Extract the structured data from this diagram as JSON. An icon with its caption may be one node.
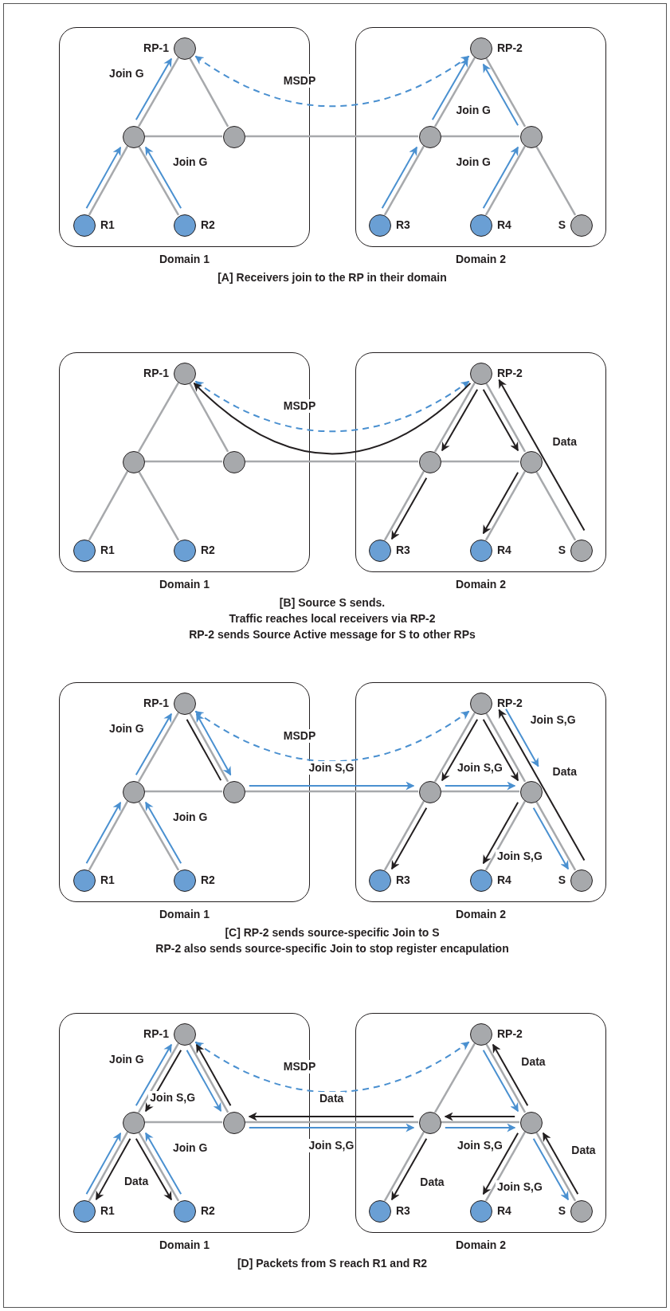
{
  "diagram": {
    "nodes": [
      {
        "text": [
          "Domain 1"
        ]
      },
      {
        "text": [],
        "shape": "circle",
        "beside": [
          "RP-1"
        ],
        "in": 0
      },
      {
        "text": [],
        "shape": "circle",
        "in": 0
      },
      {
        "text": [],
        "shape": "circle",
        "in": 0
      },
      {
        "text": [],
        "shape": "circle",
        "beside": [
          "R1"
        ],
        "in": 0
      },
      {
        "text": [],
        "shape": "circle",
        "beside": [
          "R2"
        ],
        "in": 0
      },
      {
        "text": [
          "Domain 2"
        ]
      },
      {
        "text": [],
        "shape": "circle",
        "beside": [
          "RP-2"
        ],
        "in": 6
      },
      {
        "text": [],
        "shape": "circle",
        "in": 6
      },
      {
        "text": [],
        "shape": "circle",
        "in": 6
      },
      {
        "text": [],
        "shape": "circle",
        "beside": [
          "R3"
        ],
        "in": 6
      },
      {
        "text": [],
        "shape": "circle",
        "beside": [
          "R4"
        ],
        "in": 6
      },
      {
        "text": [],
        "shape": "circle",
        "beside": [
          "S"
        ],
        "in": 6
      },
      {
        "text": [
          "Domain 1"
        ]
      },
      {
        "text": [],
        "shape": "circle",
        "beside": [
          "RP-1"
        ],
        "in": 13
      },
      {
        "text": [],
        "shape": "circle",
        "in": 13
      },
      {
        "text": [],
        "shape": "circle",
        "in": 13
      },
      {
        "text": [],
        "shape": "circle",
        "beside": [
          "R1"
        ],
        "in": 13
      },
      {
        "text": [],
        "shape": "circle",
        "beside": [
          "R2"
        ],
        "in": 13
      },
      {
        "text": [
          "Domain 2"
        ]
      },
      {
        "text": [],
        "shape": "circle",
        "beside": [
          "RP-2"
        ],
        "in": 19
      },
      {
        "text": [],
        "shape": "circle",
        "in": 19
      },
      {
        "text": [],
        "shape": "circle",
        "in": 19
      },
      {
        "text": [],
        "shape": "circle",
        "beside": [
          "R3"
        ],
        "in": 19
      },
      {
        "text": [],
        "shape": "circle",
        "beside": [
          "R4"
        ],
        "in": 19
      },
      {
        "text": [],
        "shape": "circle",
        "beside": [
          "S"
        ],
        "in": 19
      },
      {
        "text": [
          "Domain 1"
        ]
      },
      {
        "text": [],
        "shape": "circle",
        "beside": [
          "RP-1"
        ],
        "in": 26
      },
      {
        "text": [],
        "shape": "circle",
        "in": 26
      },
      {
        "text": [],
        "shape": "circle",
        "in": 26
      },
      {
        "text": [],
        "shape": "circle",
        "beside": [
          "R1"
        ],
        "in": 26
      },
      {
        "text": [],
        "shape": "circle",
        "beside": [
          "R2"
        ],
        "in": 26
      },
      {
        "text": [
          "Domain 2"
        ]
      },
      {
        "text": [],
        "shape": "circle",
        "beside": [
          "RP-2"
        ],
        "in": 32
      },
      {
        "text": [],
        "shape": "circle",
        "in": 32
      },
      {
        "text": [],
        "shape": "circle",
        "in": 32
      },
      {
        "text": [],
        "shape": "circle",
        "beside": [
          "R3"
        ],
        "in": 32
      },
      {
        "text": [],
        "shape": "circle",
        "beside": [
          "R4"
        ],
        "in": 32
      },
      {
        "text": [],
        "shape": "circle",
        "beside": [
          "S"
        ],
        "in": 32
      },
      {
        "text": [
          "Domain 1"
        ]
      },
      {
        "text": [],
        "shape": "circle",
        "beside": [
          "RP-1"
        ],
        "in": 39
      },
      {
        "text": [],
        "shape": "circle",
        "in": 39
      },
      {
        "text": [],
        "shape": "circle",
        "in": 39
      },
      {
        "text": [],
        "shape": "circle",
        "beside": [
          "R1"
        ],
        "in": 39
      },
      {
        "text": [],
        "shape": "circle",
        "beside": [
          "R2"
        ],
        "in": 39
      },
      {
        "text": [
          "Domain 2"
        ]
      },
      {
        "text": [],
        "shape": "circle",
        "beside": [
          "RP-2"
        ],
        "in": 45
      },
      {
        "text": [],
        "shape": "circle",
        "in": 45
      },
      {
        "text": [],
        "shape": "circle",
        "in": 45
      },
      {
        "text": [],
        "shape": "circle",
        "beside": [
          "R3"
        ],
        "in": 45
      },
      {
        "text": [],
        "shape": "circle",
        "beside": [
          "R4"
        ],
        "in": 45
      },
      {
        "text": [],
        "shape": "circle",
        "beside": [
          "S"
        ],
        "in": 45
      }
    ],
    "edges": [
      {
        "from": 1,
        "to": 2,
        "arrow": "none"
      },
      {
        "from": 1,
        "to": 3,
        "arrow": "none"
      },
      {
        "from": 2,
        "to": 3,
        "arrow": "none"
      },
      {
        "from": 2,
        "to": 4,
        "arrow": "none"
      },
      {
        "from": 2,
        "to": 5,
        "arrow": "none"
      },
      {
        "from": 3,
        "to": 8,
        "arrow": "none"
      },
      {
        "from": 7,
        "to": 8,
        "arrow": "none"
      },
      {
        "from": 7,
        "to": 9,
        "arrow": "none"
      },
      {
        "from": 8,
        "to": 9,
        "arrow": "none"
      },
      {
        "from": 8,
        "to": 10,
        "arrow": "none"
      },
      {
        "from": 9,
        "to": 11,
        "arrow": "none"
      },
      {
        "from": 9,
        "to": 12,
        "arrow": "none"
      },
      {
        "from": 1,
        "to": 7,
        "arrow": "both",
        "style": "dashed",
        "color": "#4a90d0",
        "label": "MSDP"
      },
      {
        "from": 4,
        "to": 2,
        "arrow": "to",
        "color": "#4a90d0"
      },
      {
        "from": 2,
        "to": 1,
        "arrow": "to",
        "color": "#4a90d0",
        "label": "Join G"
      },
      {
        "from": 5,
        "to": 2,
        "arrow": "to",
        "color": "#4a90d0",
        "label": "Join G"
      },
      {
        "from": 10,
        "to": 8,
        "arrow": "to",
        "color": "#4a90d0"
      },
      {
        "from": 8,
        "to": 7,
        "arrow": "to",
        "color": "#4a90d0"
      },
      {
        "from": 9,
        "to": 7,
        "arrow": "to",
        "color": "#4a90d0",
        "label": "Join G"
      },
      {
        "from": 11,
        "to": 9,
        "arrow": "to",
        "color": "#4a90d0",
        "label": "Join G"
      },
      {
        "from": 14,
        "to": 15,
        "arrow": "none"
      },
      {
        "from": 14,
        "to": 16,
        "arrow": "none"
      },
      {
        "from": 15,
        "to": 16,
        "arrow": "none"
      },
      {
        "from": 15,
        "to": 17,
        "arrow": "none"
      },
      {
        "from": 15,
        "to": 18,
        "arrow": "none"
      },
      {
        "from": 16,
        "to": 21,
        "arrow": "none"
      },
      {
        "from": 20,
        "to": 21,
        "arrow": "none"
      },
      {
        "from": 20,
        "to": 22,
        "arrow": "none"
      },
      {
        "from": 21,
        "to": 22,
        "arrow": "none"
      },
      {
        "from": 21,
        "to": 23,
        "arrow": "none"
      },
      {
        "from": 22,
        "to": 24,
        "arrow": "none"
      },
      {
        "from": 22,
        "to": 25,
        "arrow": "none"
      },
      {
        "from": 14,
        "to": 20,
        "arrow": "both",
        "style": "dashed",
        "color": "#4a90d0",
        "label": "MSDP"
      },
      {
        "from": 20,
        "to": 14,
        "arrow": "to",
        "color": "#231f20"
      },
      {
        "from": 20,
        "to": 21,
        "arrow": "to",
        "color": "#231f20"
      },
      {
        "from": 20,
        "to": 22,
        "arrow": "to",
        "color": "#231f20"
      },
      {
        "from": 21,
        "to": 23,
        "arrow": "to",
        "color": "#231f20"
      },
      {
        "from": 22,
        "to": 24,
        "arrow": "to",
        "color": "#231f20"
      },
      {
        "from": 25,
        "to": 20,
        "arrow": "to",
        "color": "#231f20",
        "label": "Data"
      },
      {
        "from": 27,
        "to": 28,
        "arrow": "none"
      },
      {
        "from": 27,
        "to": 29,
        "arrow": "none"
      },
      {
        "from": 28,
        "to": 29,
        "arrow": "none"
      },
      {
        "from": 28,
        "to": 30,
        "arrow": "none"
      },
      {
        "from": 28,
        "to": 31,
        "arrow": "none"
      },
      {
        "from": 29,
        "to": 34,
        "arrow": "none"
      },
      {
        "from": 33,
        "to": 34,
        "arrow": "none"
      },
      {
        "from": 33,
        "to": 35,
        "arrow": "none"
      },
      {
        "from": 34,
        "to": 35,
        "arrow": "none"
      },
      {
        "from": 34,
        "to": 36,
        "arrow": "none"
      },
      {
        "from": 35,
        "to": 37,
        "arrow": "none"
      },
      {
        "from": 35,
        "to": 38,
        "arrow": "none"
      },
      {
        "from": 27,
        "to": 33,
        "arrow": "both",
        "style": "dashed",
        "color": "#4a90d0",
        "label": "MSDP"
      },
      {
        "from": 30,
        "to": 28,
        "arrow": "to",
        "color": "#4a90d0"
      },
      {
        "from": 28,
        "to": 27,
        "arrow": "to",
        "color": "#4a90d0",
        "label": "Join G"
      },
      {
        "from": 31,
        "to": 28,
        "arrow": "to",
        "color": "#4a90d0",
        "label": "Join G"
      },
      {
        "from": 27,
        "to": 29,
        "arrow": "none",
        "color": "#231f20"
      },
      {
        "from": 27,
        "to": 29,
        "arrow": "both",
        "color": "#4a90d0"
      },
      {
        "from": 29,
        "to": 34,
        "arrow": "to",
        "color": "#4a90d0",
        "label": "Join S,G"
      },
      {
        "from": 33,
        "to": 34,
        "arrow": "to",
        "color": "#231f20"
      },
      {
        "from": 33,
        "to": 35,
        "arrow": "to",
        "color": "#231f20"
      },
      {
        "from": 38,
        "to": 33,
        "arrow": "to",
        "color": "#231f20",
        "label": "Data"
      },
      {
        "from": 33,
        "to": 35,
        "arrow": "to",
        "color": "#4a90d0",
        "label": "Join S,G"
      },
      {
        "from": 34,
        "to": 35,
        "arrow": "to",
        "color": "#4a90d0",
        "label": "Join S,G"
      },
      {
        "from": 35,
        "to": 38,
        "arrow": "to",
        "color": "#4a90d0",
        "label": "Join S,G"
      },
      {
        "from": 34,
        "to": 36,
        "arrow": "to",
        "color": "#231f20"
      },
      {
        "from": 35,
        "to": 37,
        "arrow": "to",
        "color": "#231f20"
      },
      {
        "from": 40,
        "to": 41,
        "arrow": "none"
      },
      {
        "from": 40,
        "to": 42,
        "arrow": "none"
      },
      {
        "from": 41,
        "to": 42,
        "arrow": "none"
      },
      {
        "from": 41,
        "to": 43,
        "arrow": "none"
      },
      {
        "from": 41,
        "to": 44,
        "arrow": "none"
      },
      {
        "from": 42,
        "to": 47,
        "arrow": "none"
      },
      {
        "from": 46,
        "to": 47,
        "arrow": "none"
      },
      {
        "from": 46,
        "to": 48,
        "arrow": "none"
      },
      {
        "from": 47,
        "to": 48,
        "arrow": "none"
      },
      {
        "from": 47,
        "to": 49,
        "arrow": "none"
      },
      {
        "from": 48,
        "to": 50,
        "arrow": "none"
      },
      {
        "from": 48,
        "to": 51,
        "arrow": "none"
      },
      {
        "from": 40,
        "to": 46,
        "arrow": "both",
        "style": "dashed",
        "color": "#4a90d0",
        "label": "MSDP"
      },
      {
        "from": 43,
        "to": 41,
        "arrow": "to",
        "color": "#4a90d0"
      },
      {
        "from": 41,
        "to": 40,
        "arrow": "to",
        "color": "#4a90d0",
        "label": "Join G"
      },
      {
        "from": 44,
        "to": 41,
        "arrow": "to",
        "color": "#4a90d0",
        "label": "Join G"
      },
      {
        "from": 40,
        "to": 41,
        "arrow": "to",
        "color": "#231f20"
      },
      {
        "from": 40,
        "to": 42,
        "arrow": "to",
        "color": "#4a90d0",
        "label": "Join S,G"
      },
      {
        "from": 42,
        "to": 40,
        "arrow": "to",
        "color": "#231f20"
      },
      {
        "from": 41,
        "to": 43,
        "arrow": "to",
        "color": "#231f20",
        "label": "Data"
      },
      {
        "from": 41,
        "to": 44,
        "arrow": "to",
        "color": "#231f20"
      },
      {
        "from": 42,
        "to": 47,
        "arrow": "to",
        "color": "#4a90d0",
        "label": "Join S,G"
      },
      {
        "from": 47,
        "to": 42,
        "arrow": "to",
        "color": "#231f20",
        "label": "Data"
      },
      {
        "from": 48,
        "to": 46,
        "arrow": "to",
        "color": "#231f20",
        "label": "Data"
      },
      {
        "from": 46,
        "to": 48,
        "arrow": "to",
        "color": "#4a90d0"
      },
      {
        "from": 48,
        "to": 47,
        "arrow": "to",
        "color": "#231f20"
      },
      {
        "from": 47,
        "to": 48,
        "arrow": "to",
        "color": "#4a90d0",
        "label": "Join S,G"
      },
      {
        "from": 47,
        "to": 49,
        "arrow": "to",
        "color": "#231f20",
        "label": "Data"
      },
      {
        "from": 48,
        "to": 50,
        "arrow": "to",
        "color": "#231f20"
      },
      {
        "from": 48,
        "to": 51,
        "arrow": "to",
        "color": "#4a90d0",
        "label": "Join S,G"
      },
      {
        "from": 51,
        "to": 48,
        "arrow": "to",
        "color": "#231f20",
        "label": "Data"
      }
    ],
    "labels": [
      "[A] Receivers join to the RP in their domain",
      "[B] Source S sends.",
      "Traffic reaches local receivers via RP-2",
      "RP-2 sends Source Active message for S to other RPs",
      "[C] RP-2 sends source-specific Join to S",
      "RP-2 also sends source-specific Join to stop register encapulation",
      "[D] Packets from S reach R1 and R2"
    ]
  }
}
